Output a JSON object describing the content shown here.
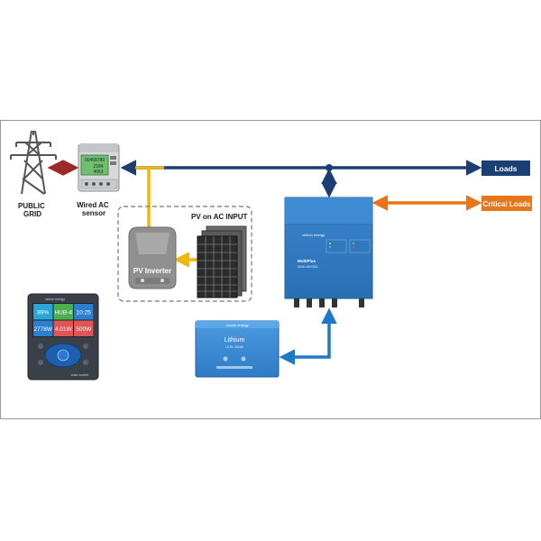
{
  "labels": {
    "public_grid": [
      "PUBLIC",
      "GRID"
    ],
    "ac_sensor": [
      "Wired AC",
      "sensor"
    ],
    "pv_ac_input": "PV on AC INPUT",
    "pv_inverter": "PV Inverter",
    "loads": "Loads",
    "critical_loads": "Critical Loads"
  },
  "meter": {
    "line1": "00458789",
    "line2": "2184",
    "line3": "4053"
  },
  "multiplus": {
    "brand": "victron energy",
    "name": "MultiPlus",
    "spec": "3kVA 48V/35A"
  },
  "battery": {
    "brand": "victron energy",
    "name": "Lithium",
    "spec": "12.8V 200Ah"
  },
  "gx": {
    "brand": "victron energy",
    "tiles": [
      "89%",
      "HUB-4",
      "10:25",
      "2778W",
      "4.01W",
      "500W"
    ],
    "tile_colors": [
      "#2aa5d8",
      "#4caf50",
      "#2b7fd1",
      "#2b7fd1",
      "#e05555",
      "#e05555"
    ],
    "footer": "color control"
  },
  "colors": {
    "ac_bus": "#1c3f73",
    "pv_line": "#f2b705",
    "grid_arrow": "#9c2a2a",
    "critical": "#e8751a",
    "dc_line": "#1f78c8",
    "tag_loads": "#1c3f73",
    "tag_critical": "#e8751a"
  }
}
